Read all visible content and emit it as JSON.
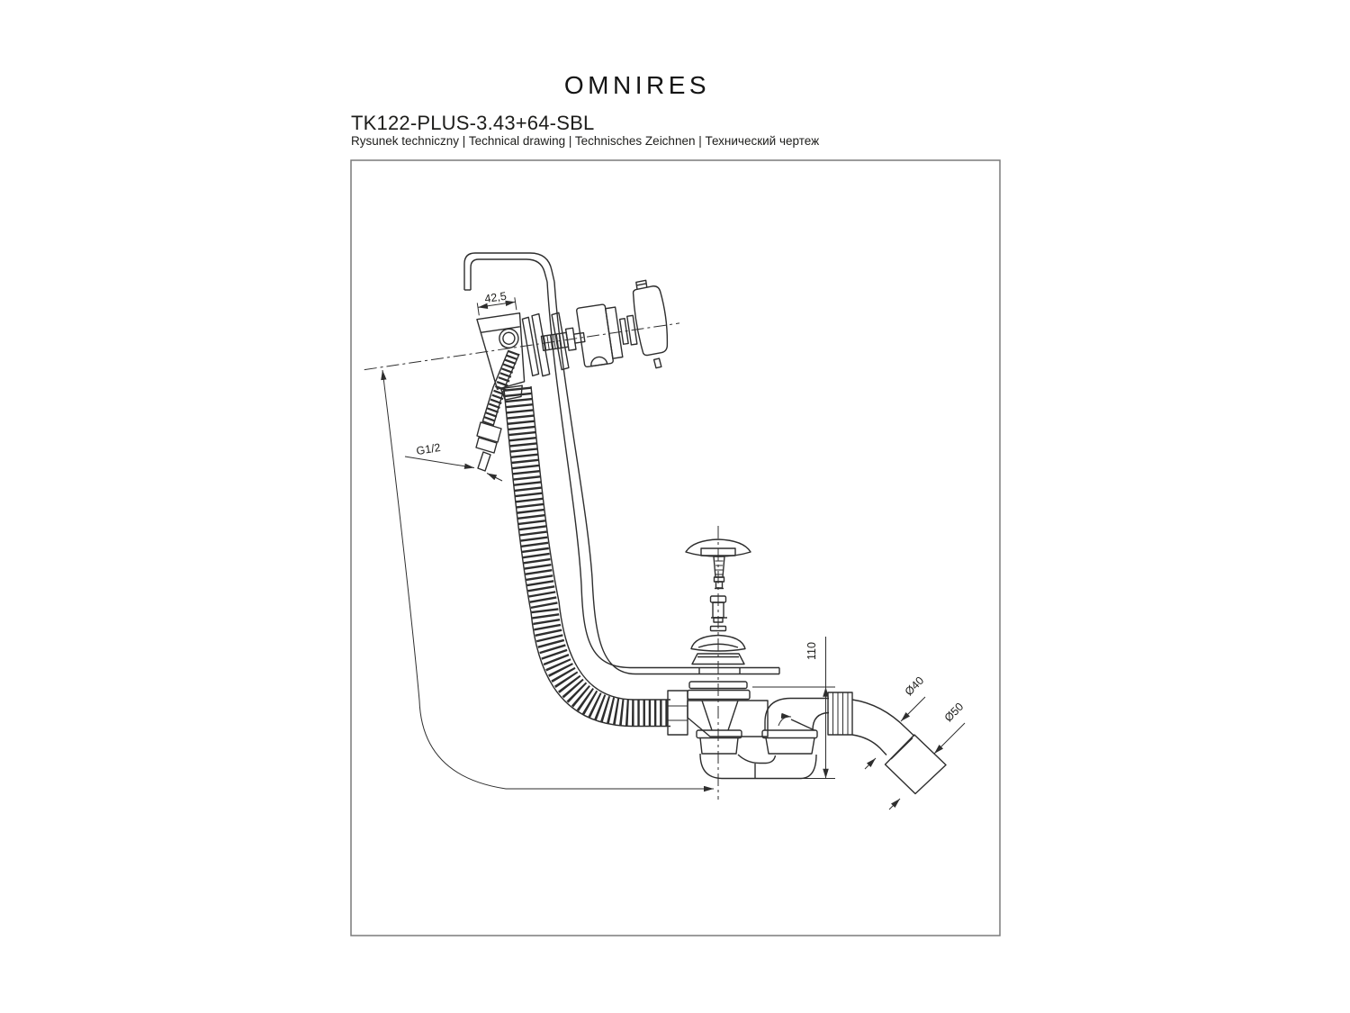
{
  "header": {
    "brand": "OMNIRES",
    "product_code": "TK122-PLUS-3.43+64-SBL",
    "subtitle": "Rysunek techniczny | Technical drawing | Technisches Zeichnen | Технический чертеж"
  },
  "drawing": {
    "labels": {
      "overflow_width": "42,5",
      "supply_thread": "G1/2",
      "drain_height": "110",
      "outlet_diameter_small": "Ø40",
      "outlet_diameter_large": "Ø50"
    }
  },
  "colors": {
    "line": "#2e2e2e",
    "frame": "#7a7a7a",
    "text": "#1d1d1b"
  }
}
